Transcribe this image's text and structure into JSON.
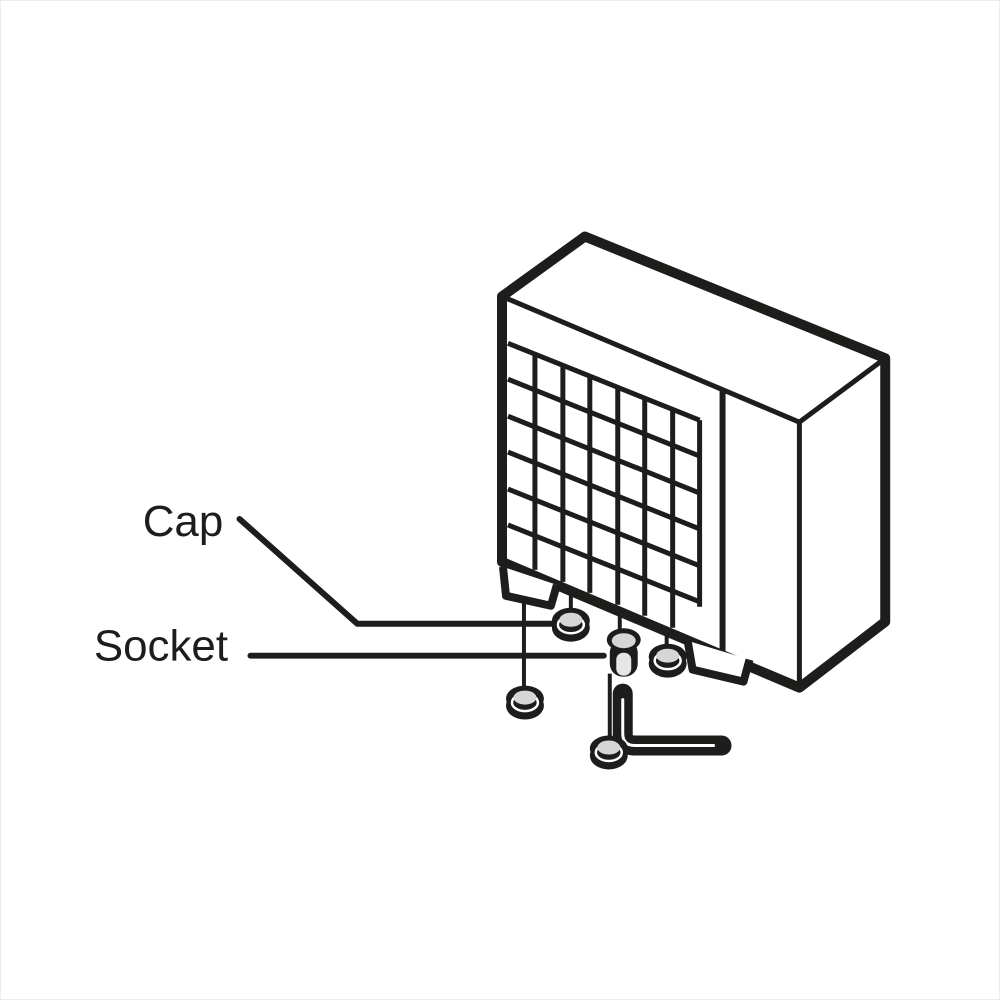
{
  "diagram": {
    "title": "outdoor-unit-cap-socket-diagram",
    "labels": {
      "cap": "Cap",
      "socket": "Socket"
    },
    "colors": {
      "ink": "#1d1d1b",
      "cap_top": "#d6d6d6",
      "socket_slot": "#e6e6e6",
      "background": "#ffffff"
    }
  }
}
